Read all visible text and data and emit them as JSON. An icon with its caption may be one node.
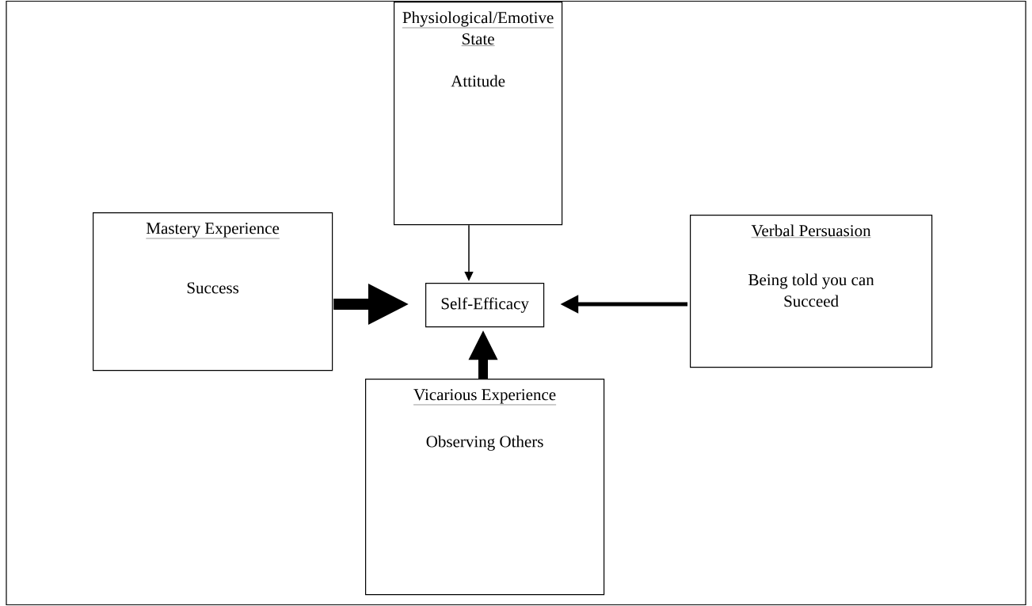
{
  "diagram": {
    "nodes": [
      {
        "text": [
          "Physiological/Emotive State",
          "Attitude"
        ]
      },
      {
        "text": [
          "Mastery Experience",
          "Success"
        ]
      },
      {
        "text": [
          "Self-Efficacy"
        ]
      },
      {
        "text": [
          "Verbal Persuasion",
          "Being told you can Succeed"
        ]
      },
      {
        "text": [
          "Vicarious Experience",
          "Observing Others"
        ]
      }
    ],
    "edges": [
      {
        "from": 0,
        "to": 2,
        "arrow": "to"
      },
      {
        "from": 1,
        "to": 2,
        "arrow": "to",
        "style": "thick"
      },
      {
        "from": 3,
        "to": 2,
        "arrow": "to"
      },
      {
        "from": 4,
        "to": 2,
        "arrow": "to",
        "style": "thick"
      }
    ]
  }
}
